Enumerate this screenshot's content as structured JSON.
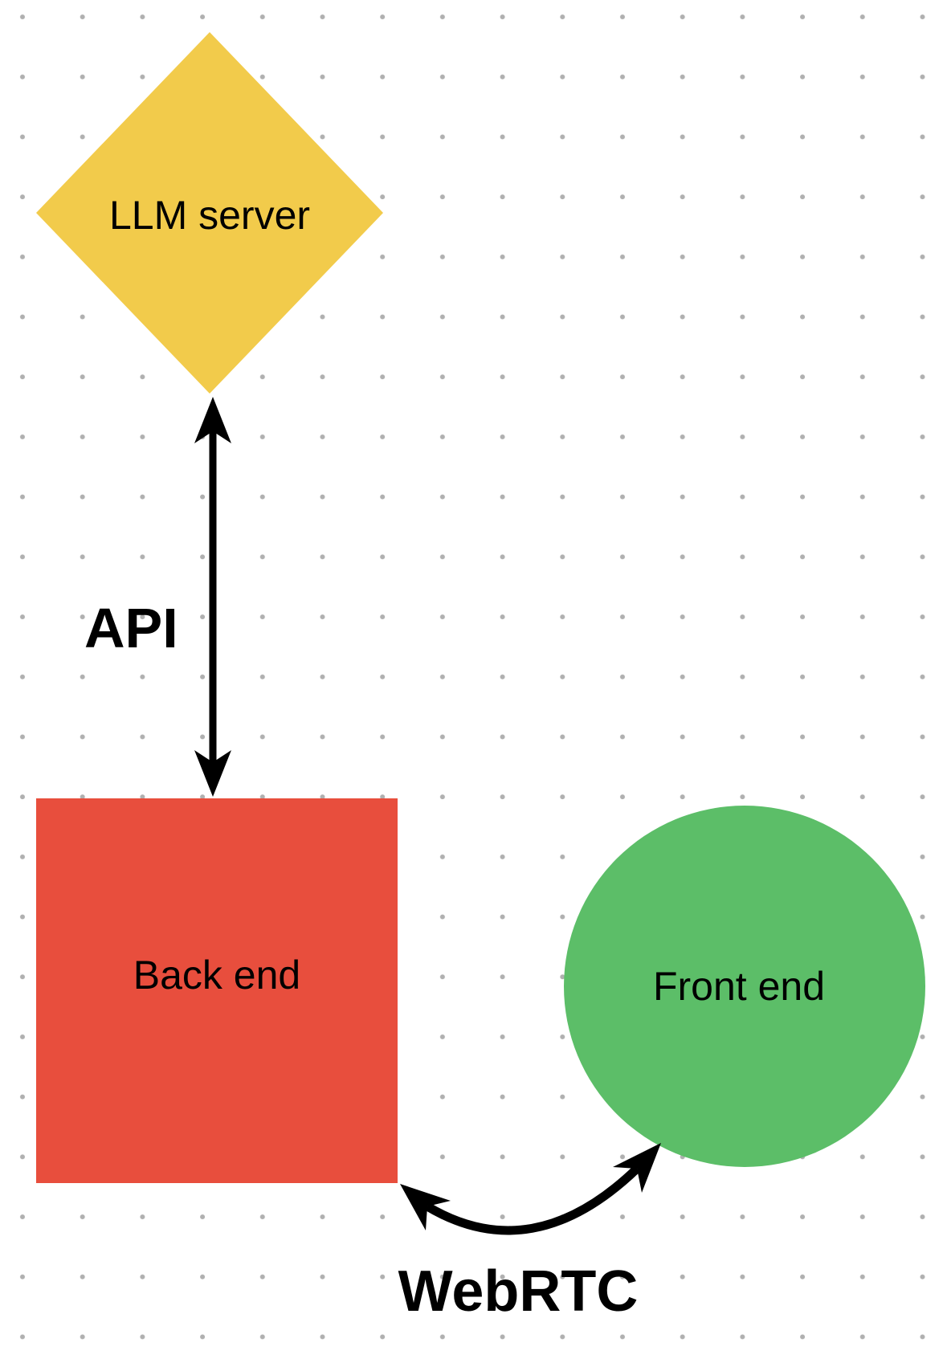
{
  "canvas": {
    "type": "dot-grid-whiteboard",
    "background": "#FFFFFF",
    "dot_color": "#B0B0B0"
  },
  "colors": {
    "arrow": "#000000",
    "label_text": "#000000",
    "yellow": "#F2CB4B",
    "red": "#E84E3D",
    "green": "#5CBE68"
  },
  "nodes": [
    {
      "id": "llm-server",
      "shape": "diamond",
      "label": "LLM server",
      "fill": "#F2CB4B"
    },
    {
      "id": "back-end",
      "shape": "square",
      "label": "Back end",
      "fill": "#E84E3D"
    },
    {
      "id": "front-end",
      "shape": "circle",
      "label": "Front end",
      "fill": "#5CBE68"
    }
  ],
  "connectors": [
    {
      "id": "api",
      "label": "API",
      "arrow": "double-headed",
      "path": "straight-vertical",
      "from": "LLM server",
      "to": "Back end"
    },
    {
      "id": "webrtc",
      "label": "WebRTC",
      "arrow": "double-headed",
      "path": "curved",
      "from": "Back end",
      "to": "Front end"
    }
  ]
}
